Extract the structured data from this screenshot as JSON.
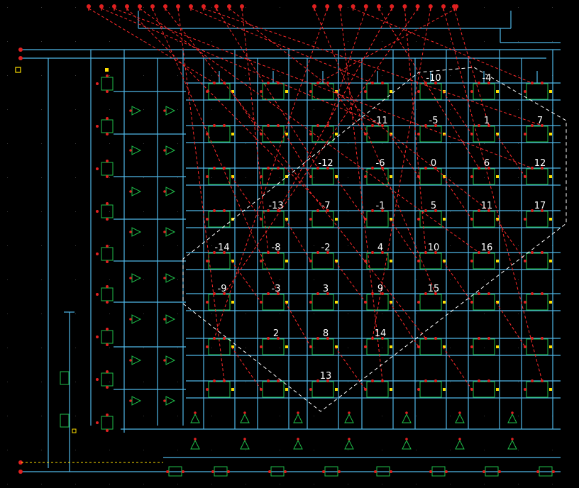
{
  "colors": {
    "background": "#000000",
    "wire": "#4fb8e8",
    "cell_outline": "#1fbf4a",
    "pin": "#e02020",
    "net": "#ff2a2a",
    "marker": "#ffe000",
    "boundary": "#ffffff",
    "gridDot": "#3a3a3a"
  },
  "array": {
    "rows": 8,
    "cols": 7,
    "labels": [
      [
        "",
        "",
        "",
        "",
        "-10",
        "-4",
        ""
      ],
      [
        "",
        "",
        "",
        "-11",
        "-5",
        "1",
        "7"
      ],
      [
        "",
        "",
        "-12",
        "-6",
        "0",
        "6",
        "12"
      ],
      [
        "",
        "-13",
        "-7",
        "-1",
        "5",
        "11",
        "17"
      ],
      [
        "-14",
        "-8",
        "-2",
        "4",
        "10",
        "16",
        ""
      ],
      [
        "-9",
        "-3",
        "3",
        "9",
        "15",
        "",
        ""
      ],
      [
        "",
        "2",
        "8",
        "14",
        "",
        "",
        ""
      ],
      [
        "",
        "",
        "13",
        "",
        "",
        "",
        ""
      ]
    ]
  },
  "icons": {
    "cell": "block-cell-icon",
    "driver": "buffer-triangle-icon",
    "port": "io-pin-icon"
  }
}
